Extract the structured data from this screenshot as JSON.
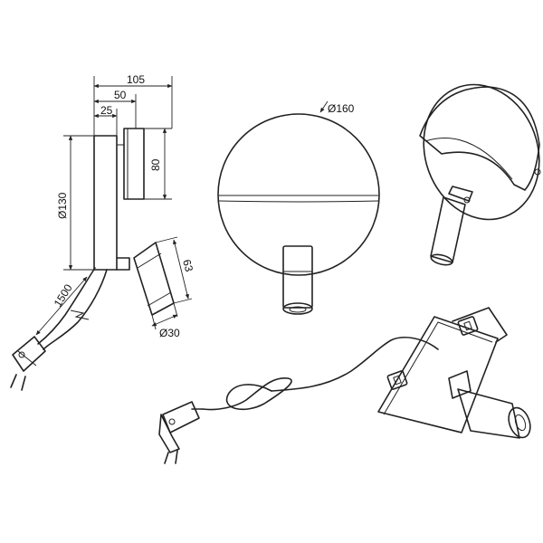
{
  "dimensions": {
    "width_total": "105",
    "width_mid": "50",
    "width_small": "25",
    "height_80": "80",
    "diameter_130": "Ø130",
    "cable_length": "1500",
    "spot_length": "63",
    "spot_diameter": "Ø30",
    "plate_diameter": "Ø160"
  },
  "colors": {
    "line": "#222222",
    "background": "#ffffff"
  }
}
